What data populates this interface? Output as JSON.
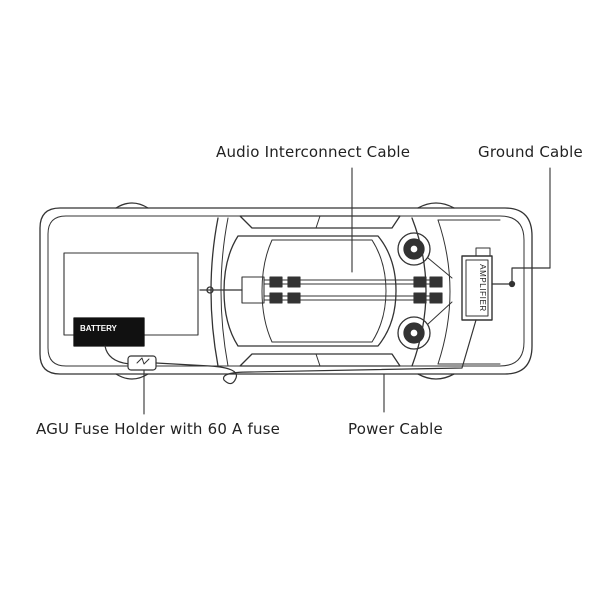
{
  "labels": {
    "audio_interconnect": "Audio Interconnect Cable",
    "ground_cable": "Ground Cable",
    "fuse_holder": "AGU Fuse Holder with 60 A fuse",
    "power_cable": "Power Cable"
  },
  "components": {
    "battery": "BATTERY",
    "amplifier": "AMPLIFIER"
  },
  "colors": {
    "line": "#333333",
    "battery_fill": "#111111",
    "background": "#ffffff"
  }
}
